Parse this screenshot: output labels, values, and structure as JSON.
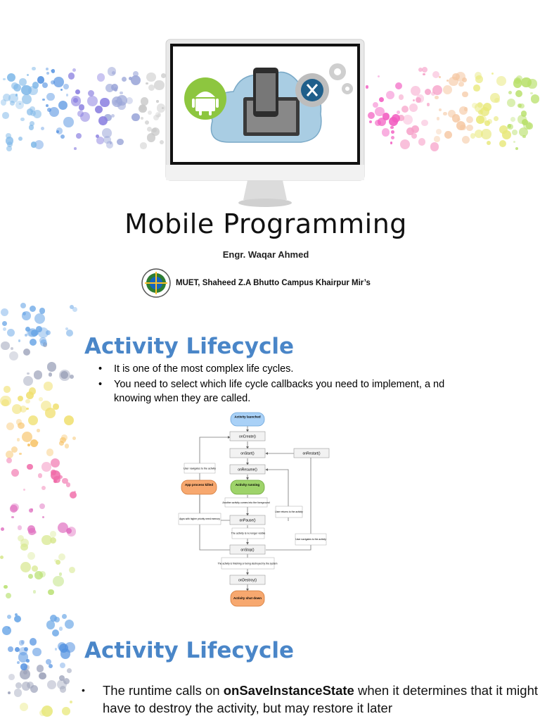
{
  "slide1": {
    "title": "Mobile Programming",
    "author": "Engr. Waqar Ahmed",
    "institution": "MUET, Shaheed Z.A Bhutto Campus Khairpur Mir’s"
  },
  "slide2": {
    "title": "Activity Lifecycle",
    "bullets": [
      "It is one of the most complex life cycles.",
      "You need to select which life cycle callbacks you need to implement, a nd knowing when they are called."
    ],
    "diagram": {
      "launched": "Activity launched",
      "onCreate": "onCreate()",
      "onStart": "onStart()",
      "onRestart": "onRestart()",
      "onResume": "onResume()",
      "running": "Activity running",
      "foreground": "Another activity comes into the foreground",
      "onPause": "onPause()",
      "notVisible": "The activity is no longer visible",
      "onStop": "onStop()",
      "finishing": "The activity is finishing or being destroyed by the system",
      "onDestroy": "onDestroy()",
      "shutdown": "Activity shut down",
      "killed": "App process killed",
      "navigates1": "User navigates to the activity",
      "higherPriority": "Apps with higher priority need memory",
      "returns": "User returns to the activity",
      "navigates2": "User navigates to the activity"
    }
  },
  "slide3": {
    "title": "Activity Lifecycle",
    "bullet_pre": "The runtime calls on ",
    "bullet_bold": "onSaveInstanceState",
    "bullet_post": " when it determines that it might have to destroy the activity, but may restore it later"
  }
}
